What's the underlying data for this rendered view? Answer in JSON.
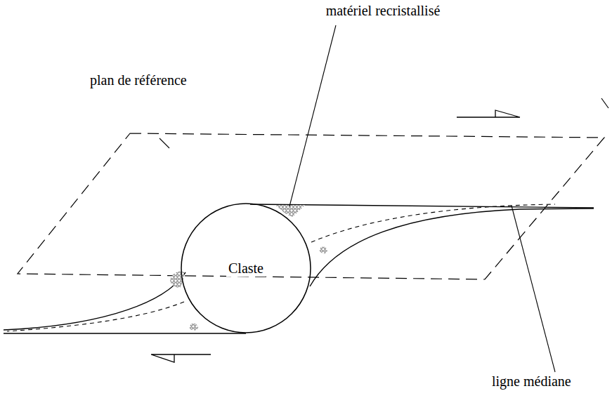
{
  "diagram": {
    "nodes": [
      {
        "text": [
          "Claste"
        ]
      }
    ],
    "labels": [
      "matériel recristallisé",
      "plan de référence",
      "ligne médiane"
    ]
  }
}
